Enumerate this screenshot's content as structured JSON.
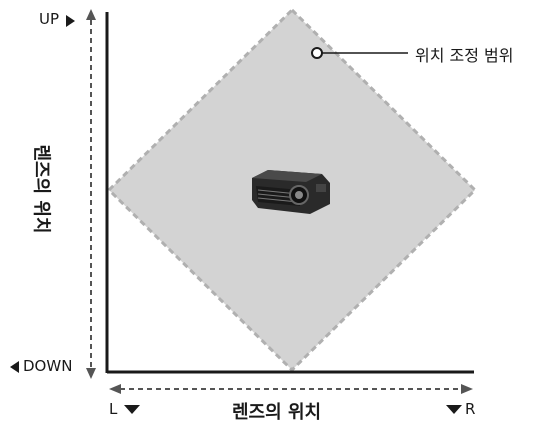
{
  "labels": {
    "up": "UP",
    "down": "DOWN",
    "left": "L",
    "right": "R",
    "range": "위치 조정 범위",
    "vertical_axis": "렌즈의 위치",
    "horizontal_axis": "렌즈의 위치"
  },
  "colors": {
    "range_fill": "#d3d3d3",
    "range_border": "#b0b0b0",
    "axis": "#1a1a1a",
    "arrow": "#1a1a1a"
  },
  "icons": {
    "projector": "projector-icon"
  }
}
